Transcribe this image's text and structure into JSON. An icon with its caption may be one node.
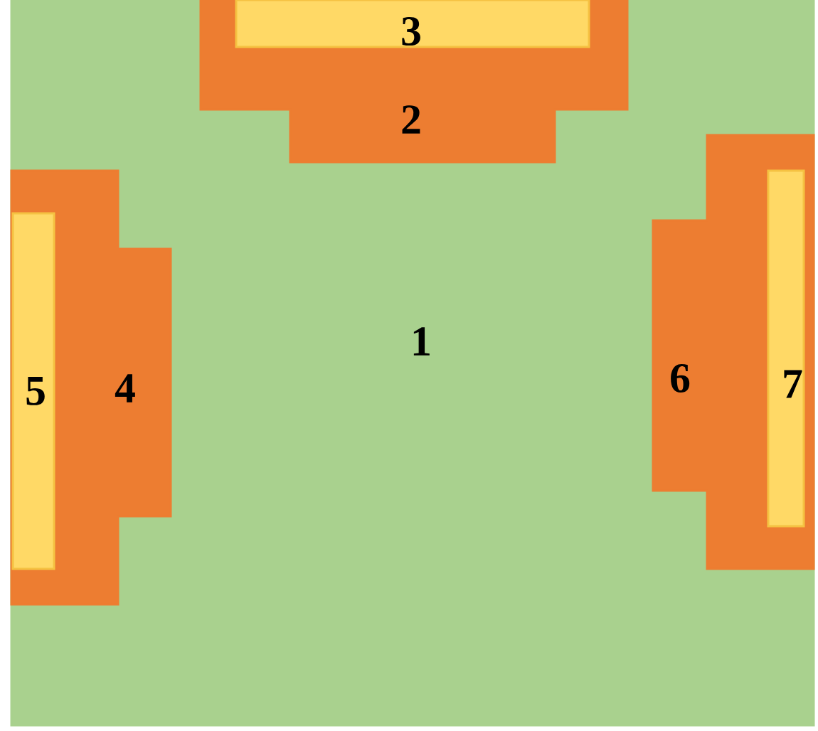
{
  "diagram": {
    "nodes": [
      {
        "text": [
          "1"
        ]
      },
      {
        "text": [
          "2"
        ],
        "in": 0
      },
      {
        "text": [
          "3"
        ],
        "in": 1
      },
      {
        "text": [
          "4"
        ],
        "in": 0
      },
      {
        "text": [
          "5"
        ],
        "in": 3
      },
      {
        "text": [
          "6"
        ],
        "in": 0
      },
      {
        "text": [
          "7"
        ],
        "in": 5
      }
    ]
  }
}
